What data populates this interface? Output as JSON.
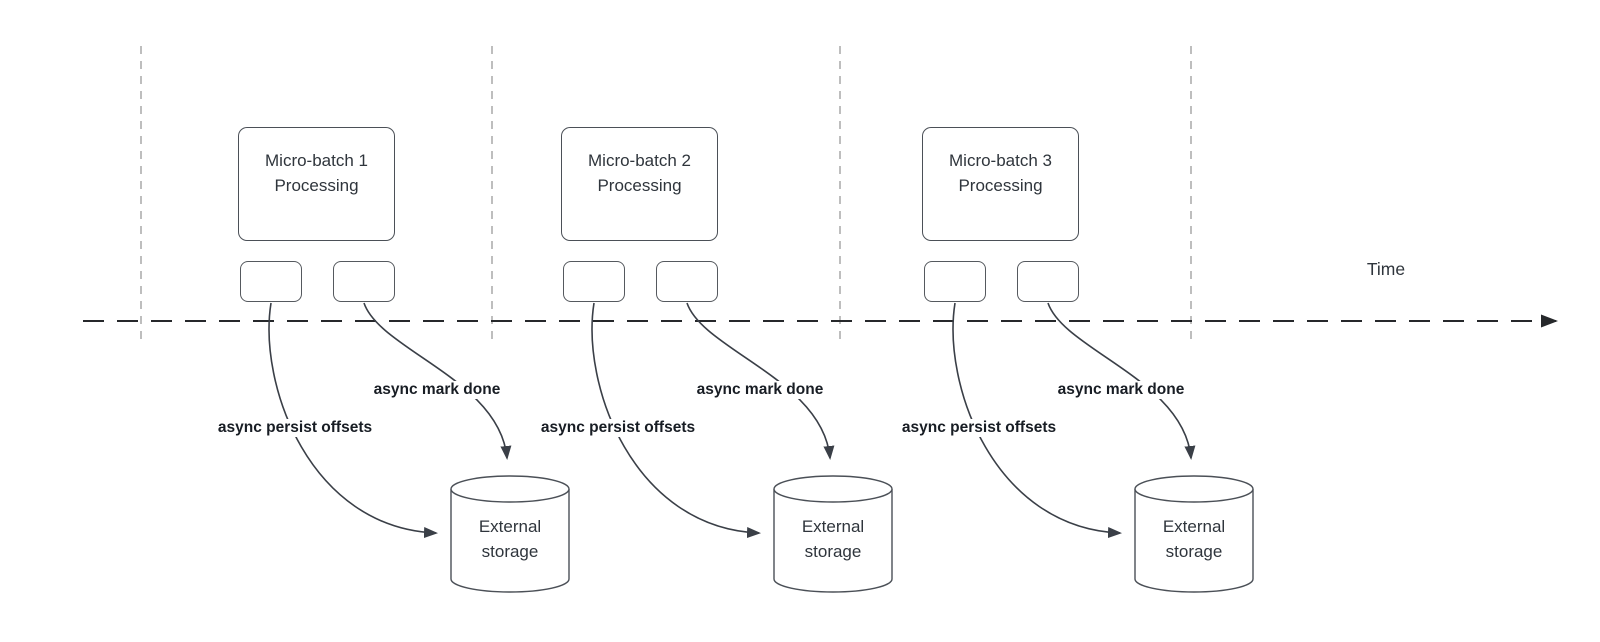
{
  "diagram": {
    "time_label": "Time",
    "groups": [
      {
        "title": "Micro-batch 1 Processing",
        "persist_arrow_label": "async persist offsets",
        "done_arrow_label": "async mark done",
        "storage_label": "External storage"
      },
      {
        "title": "Micro-batch 2 Processing",
        "persist_arrow_label": "async persist offsets",
        "done_arrow_label": "async mark done",
        "storage_label": "External storage"
      },
      {
        "title": "Micro-batch 3 Processing",
        "persist_arrow_label": "async persist offsets",
        "done_arrow_label": "async mark done",
        "storage_label": "External storage"
      }
    ],
    "colors": {
      "background": "#ffffff",
      "shape_stroke": "#4b5057",
      "guide_line": "#a8a8a8",
      "time_axis": "#26282b",
      "arrow_stroke": "#3a3f47",
      "shape_text": "#2f353c",
      "edge_label_text": "#181d24"
    }
  }
}
